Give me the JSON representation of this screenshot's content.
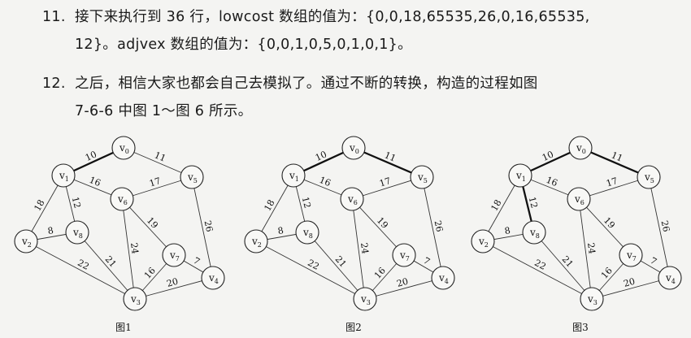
{
  "paragraph_11": {
    "number": "11.",
    "line1": "接下来执行到 36 行，lowcost 数组的值为：{0,0,18,65535,26,0,16,65535,",
    "line2": "12}。adjvex 数组的值为：{0,0,1,0,5,0,1,0,1}。"
  },
  "paragraph_12": {
    "number": "12.",
    "line1": "之后，相信大家也都会自己去模拟了。通过不断的转换，构造的过程如图",
    "line2": "7-6-6 中图 1～图 6 所示。"
  },
  "graphs": [
    {
      "caption": "图1",
      "tree_edges": [
        [
          0,
          1
        ]
      ]
    },
    {
      "caption": "图2",
      "tree_edges": [
        [
          0,
          1
        ],
        [
          0,
          5
        ]
      ]
    },
    {
      "caption": "图3",
      "tree_edges": [
        [
          0,
          1
        ],
        [
          0,
          5
        ],
        [
          1,
          8
        ]
      ]
    }
  ],
  "vertices": [
    "v0",
    "v1",
    "v2",
    "v3",
    "v4",
    "v5",
    "v6",
    "v7",
    "v8"
  ],
  "edges": [
    {
      "from": 0,
      "to": 1,
      "weight": "10"
    },
    {
      "from": 0,
      "to": 5,
      "weight": "11"
    },
    {
      "from": 1,
      "to": 6,
      "weight": "16"
    },
    {
      "from": 1,
      "to": 8,
      "weight": "12"
    },
    {
      "from": 1,
      "to": 2,
      "weight": "18"
    },
    {
      "from": 5,
      "to": 6,
      "weight": "17"
    },
    {
      "from": 5,
      "to": 4,
      "weight": "26"
    },
    {
      "from": 2,
      "to": 8,
      "weight": "8"
    },
    {
      "from": 2,
      "to": 3,
      "weight": "22"
    },
    {
      "from": 8,
      "to": 3,
      "weight": "21"
    },
    {
      "from": 6,
      "to": 3,
      "weight": "24"
    },
    {
      "from": 6,
      "to": 7,
      "weight": "19"
    },
    {
      "from": 7,
      "to": 3,
      "weight": "16"
    },
    {
      "from": 7,
      "to": 4,
      "weight": "7"
    },
    {
      "from": 3,
      "to": 4,
      "weight": "20"
    }
  ]
}
